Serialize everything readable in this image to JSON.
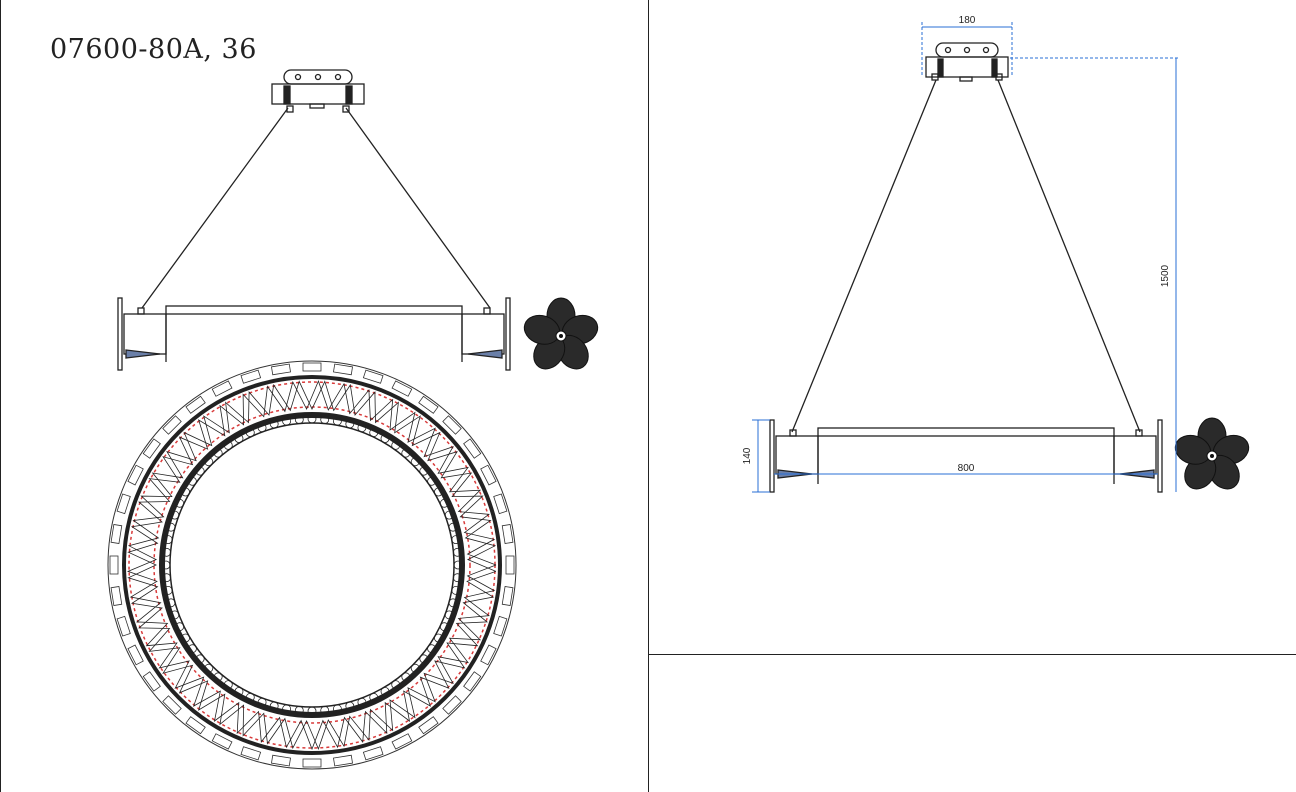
{
  "model": {
    "code": "07600-80A, 36"
  },
  "dimensions": {
    "canopy_width": "180",
    "suspension_height": "1500",
    "ring_height": "140",
    "ring_diameter": "800"
  },
  "colors": {
    "line": "#222222",
    "dimension": "#2a6fd6",
    "led": "#d83a3a"
  }
}
